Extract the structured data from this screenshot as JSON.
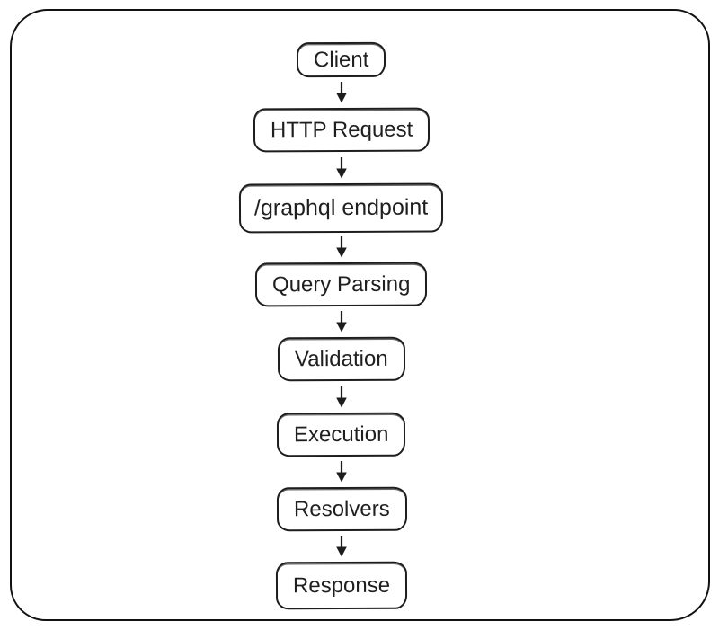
{
  "page": {
    "background": "#ffffff"
  },
  "diagram": {
    "type": "flowchart",
    "style": "hand-drawn",
    "direction": "top-down",
    "frame": {
      "shape": "rounded-rectangle",
      "stroke_color": "#121212"
    },
    "colors": {
      "node_stroke": "#1d1d1d",
      "node_fill": "#ffffff",
      "text": "#1f1f1f",
      "arrow": "#1d1d1d"
    },
    "nodes": [
      {
        "id": "client",
        "label": "Client"
      },
      {
        "id": "http-request",
        "label": "HTTP Request"
      },
      {
        "id": "graphql-endpoint",
        "label": "/graphql endpoint"
      },
      {
        "id": "query-parsing",
        "label": "Query Parsing"
      },
      {
        "id": "validation",
        "label": "Validation"
      },
      {
        "id": "execution",
        "label": "Execution"
      },
      {
        "id": "resolvers",
        "label": "Resolvers"
      },
      {
        "id": "response",
        "label": "Response"
      }
    ],
    "edges": [
      {
        "from": "client",
        "to": "http-request",
        "arrow": "down"
      },
      {
        "from": "http-request",
        "to": "graphql-endpoint",
        "arrow": "down"
      },
      {
        "from": "graphql-endpoint",
        "to": "query-parsing",
        "arrow": "down"
      },
      {
        "from": "query-parsing",
        "to": "validation",
        "arrow": "down"
      },
      {
        "from": "validation",
        "to": "execution",
        "arrow": "down"
      },
      {
        "from": "execution",
        "to": "resolvers",
        "arrow": "down"
      },
      {
        "from": "resolvers",
        "to": "response",
        "arrow": "down"
      }
    ]
  }
}
